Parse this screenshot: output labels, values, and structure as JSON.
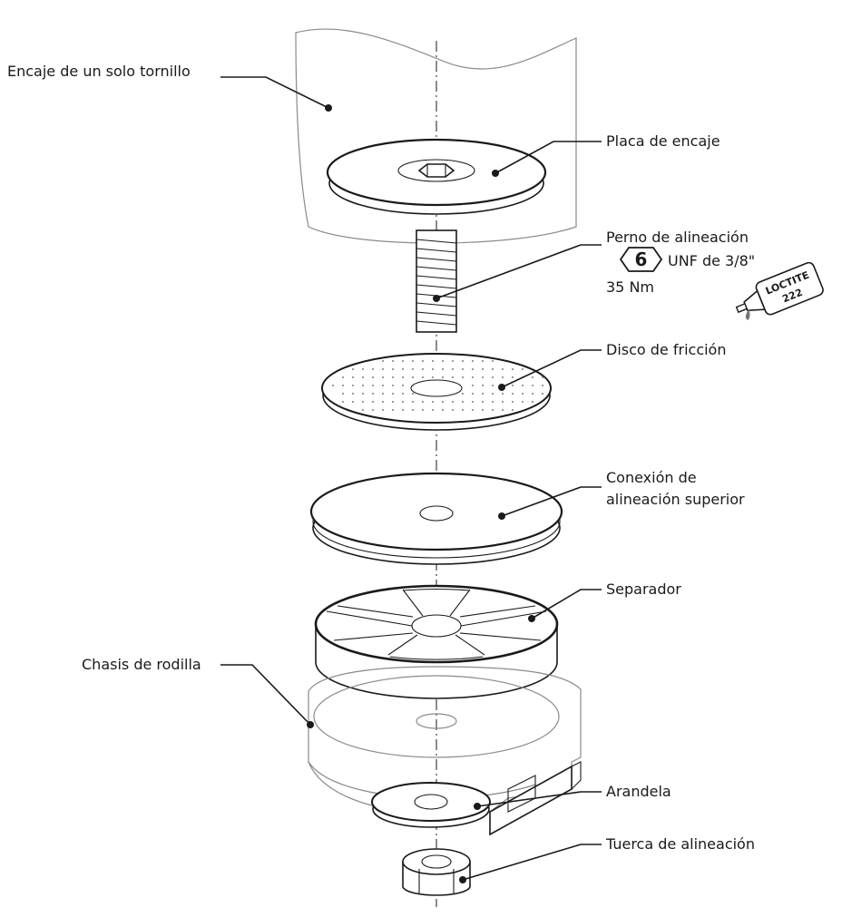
{
  "labels": {
    "socket": "Encaje de un solo tornillo",
    "socket_plate": "Placa de encaje",
    "alignment_bolt": "Perno de alineación",
    "friction_disc": "Disco de fricción",
    "upper_connection_line1": "Conexión de",
    "upper_connection_line2": "alineación superior",
    "spacer": "Separador",
    "knee_chassis": "Chasis de rodilla",
    "washer": "Arandela",
    "alignment_nut": "Tuerca de alineación"
  },
  "bolt_spec": {
    "hex_key_size": "6",
    "thread": "UNF de 3/8\"",
    "torque": "35 Nm"
  },
  "loctite": {
    "brand": "LOCTITE",
    "number": "222"
  }
}
